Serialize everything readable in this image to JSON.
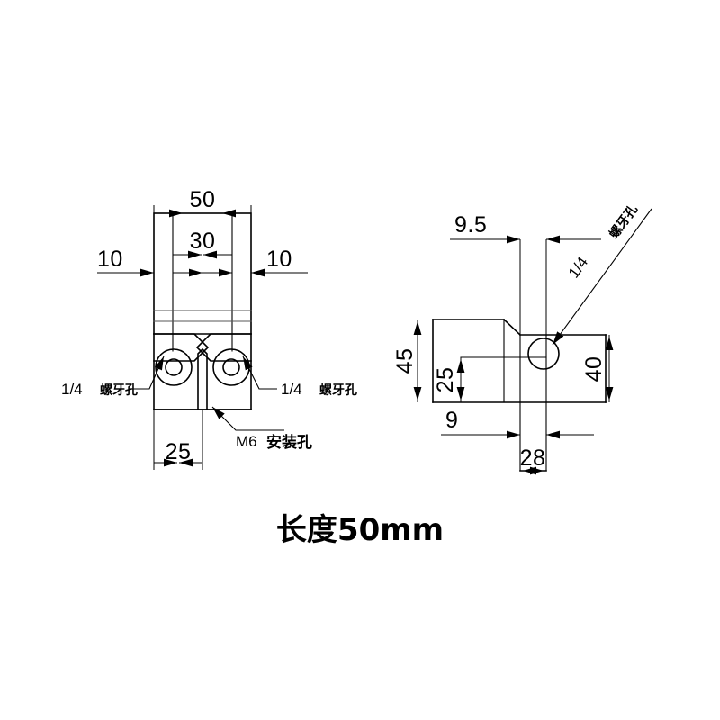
{
  "drawing": {
    "title": "长度50mm",
    "background_color": "#ffffff",
    "line_color": "#000000"
  },
  "front_view": {
    "name": "front-view",
    "dimensions": {
      "overall_width": "50",
      "slot_width": "30",
      "left_wall": "10",
      "right_wall": "10",
      "bottom_width": "25"
    },
    "callouts": {
      "left_thread_hole": "1/4 螺牙孔",
      "right_thread_hole": "1/4 螺牙孔",
      "mounting_hole": "M6 安装孔"
    }
  },
  "side_view": {
    "name": "side-view",
    "dimensions": {
      "top_offset": "9.5",
      "overall_height": "45",
      "mid_height": "25",
      "right_height": "40",
      "left_offset": "9",
      "base_width": "28"
    },
    "callouts": {
      "thread_hole": "1/4 螺牙孔"
    }
  }
}
